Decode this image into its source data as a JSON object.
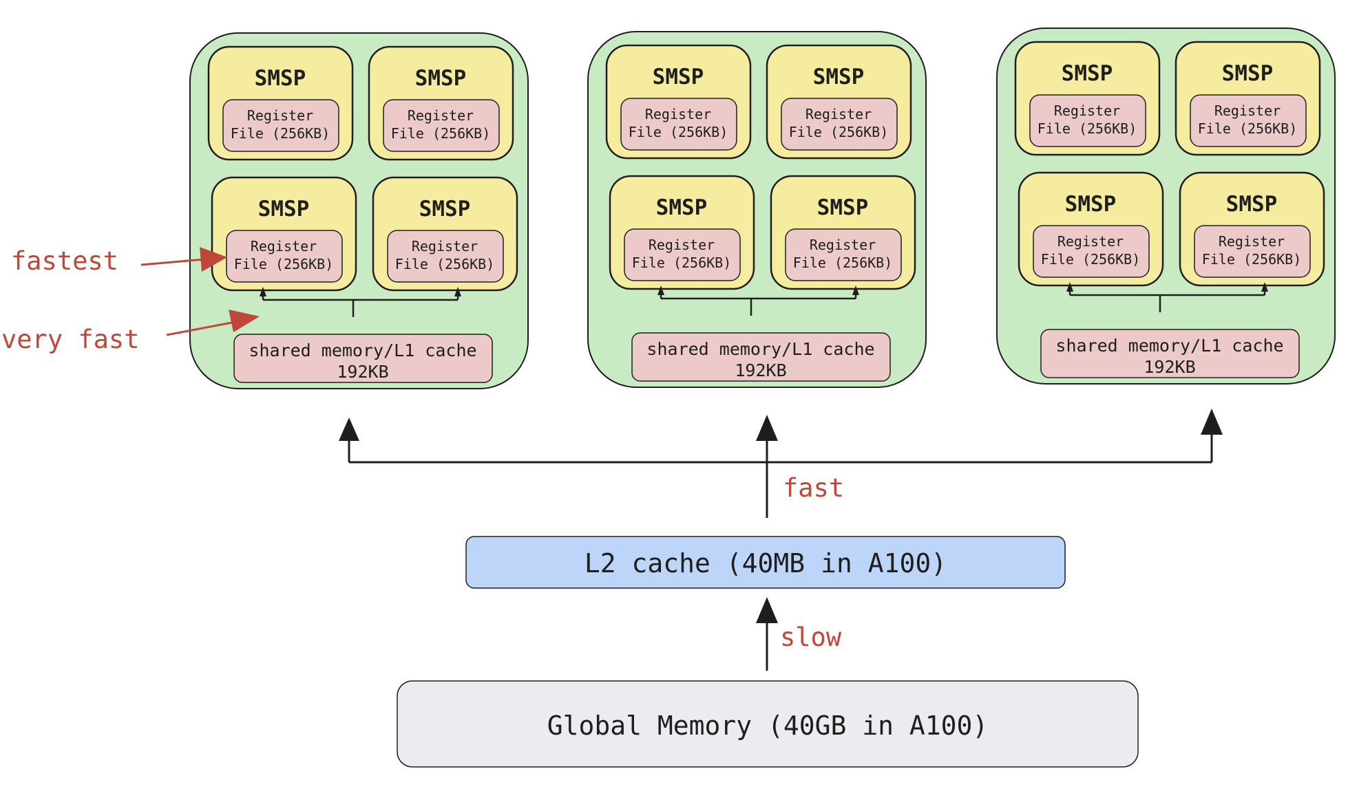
{
  "smsp_label": "SMSP",
  "register_line1": "Register",
  "register_line2": "File (256KB)",
  "shared_line1": "shared memory/L1 cache",
  "shared_line2": "192KB",
  "l2_label": "L2 cache (40MB in A100)",
  "global_label": "Global Memory (40GB in A100)",
  "speed_labels": {
    "fastest": "fastest",
    "very_fast": "very fast",
    "fast": "fast",
    "slow": "slow"
  },
  "colors": {
    "sm_fill": "#c9ebc4",
    "smsp_fill": "#f6ec9f",
    "memory_fill": "#edcaca",
    "l2_fill": "#bcd5f8",
    "global_fill": "#ebecef",
    "annotation": "#c0463a",
    "outline": "#1e1e1e"
  }
}
